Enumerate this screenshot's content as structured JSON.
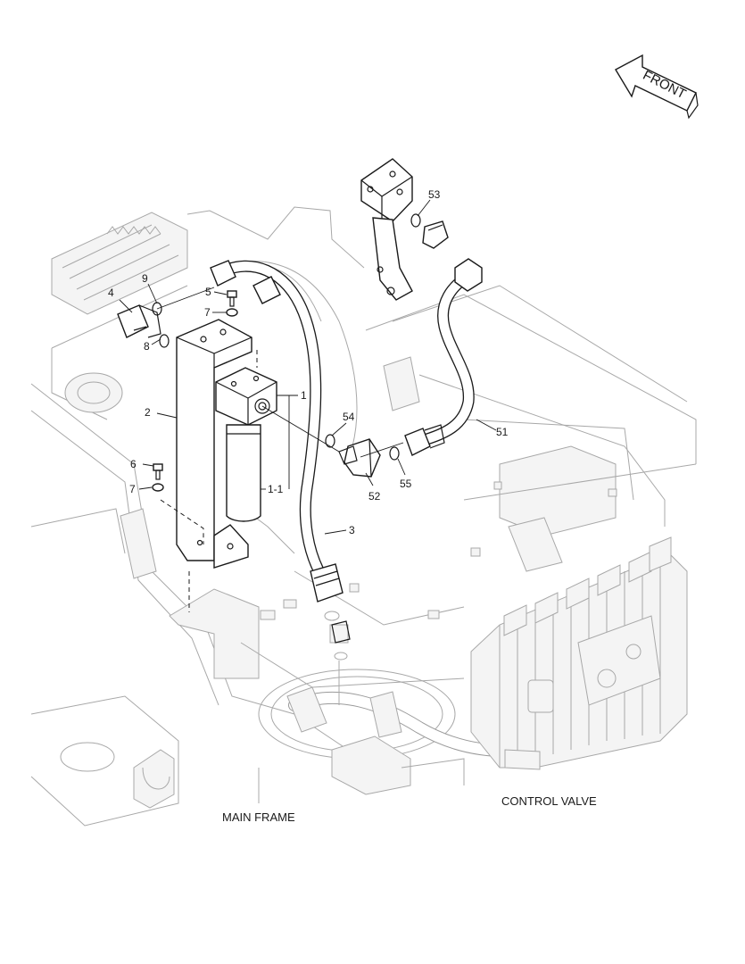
{
  "direction_label": "FRONT",
  "callouts": [
    {
      "id": "c-1",
      "text": "1"
    },
    {
      "id": "c-1-1",
      "text": "1-1"
    },
    {
      "id": "c-2",
      "text": "2"
    },
    {
      "id": "c-3",
      "text": "3"
    },
    {
      "id": "c-4",
      "text": "4"
    },
    {
      "id": "c-5",
      "text": "5"
    },
    {
      "id": "c-6",
      "text": "6"
    },
    {
      "id": "c-7a",
      "text": "7"
    },
    {
      "id": "c-7b",
      "text": "7"
    },
    {
      "id": "c-8",
      "text": "8"
    },
    {
      "id": "c-9",
      "text": "9"
    },
    {
      "id": "c-51",
      "text": "51"
    },
    {
      "id": "c-52",
      "text": "52"
    },
    {
      "id": "c-53",
      "text": "53"
    },
    {
      "id": "c-54",
      "text": "54"
    },
    {
      "id": "c-55",
      "text": "55"
    }
  ],
  "captions": {
    "main_frame": "MAIN FRAME",
    "control_valve": "CONTROL VALVE"
  }
}
